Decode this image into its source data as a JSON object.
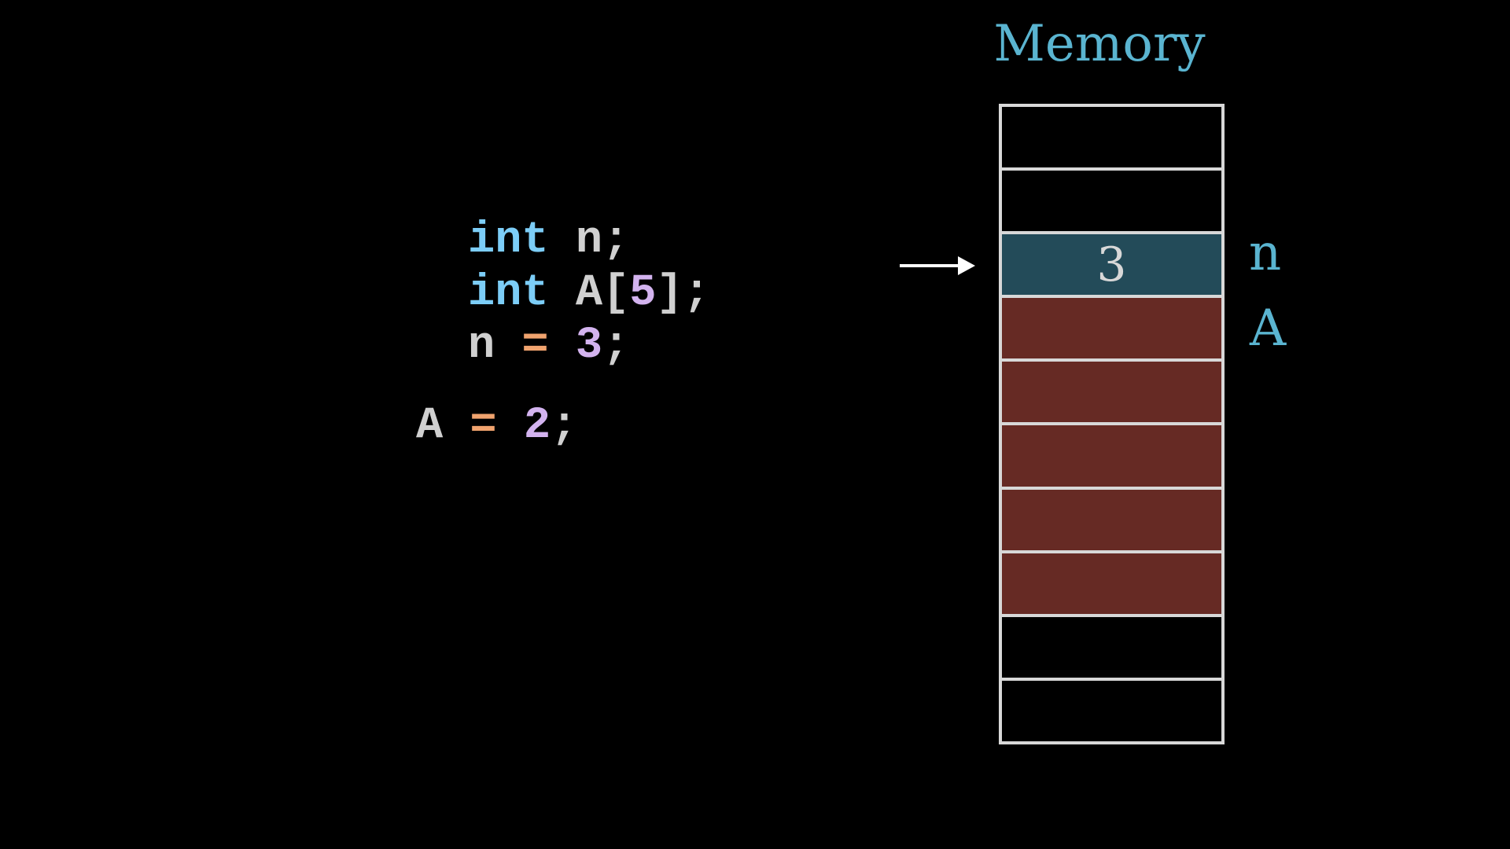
{
  "code": {
    "line1": {
      "keyword": "int",
      "rest": " n;"
    },
    "line2": {
      "keyword": "int",
      "name": " A[",
      "size": "5",
      "close": "];"
    },
    "line3": {
      "name": "n ",
      "op": "=",
      "space": " ",
      "value": "3",
      "end": ";"
    },
    "line4": {
      "name": "A ",
      "op": "=",
      "space": " ",
      "value": "2",
      "end": ";"
    }
  },
  "memory": {
    "title": "Memory",
    "cells": [
      {
        "value": "",
        "color": "#000000"
      },
      {
        "value": "",
        "color": "#000000"
      },
      {
        "value": "3",
        "color": "#234b59"
      },
      {
        "value": "",
        "color": "#662a24"
      },
      {
        "value": "",
        "color": "#662a24"
      },
      {
        "value": "",
        "color": "#662a24"
      },
      {
        "value": "",
        "color": "#662a24"
      },
      {
        "value": "",
        "color": "#662a24"
      },
      {
        "value": "",
        "color": "#000000"
      },
      {
        "value": "",
        "color": "#000000"
      }
    ]
  },
  "labels": {
    "n": "n",
    "A": "A"
  },
  "colors": {
    "keyword": "#7ccdf7",
    "number": "#d3b3ef",
    "operator": "#f0a36e",
    "text": "#d0d0d0",
    "label": "#5ab4d0",
    "n_cell": "#234b59",
    "array_cell": "#662a24"
  },
  "arrow_icon": "right-arrow-icon"
}
